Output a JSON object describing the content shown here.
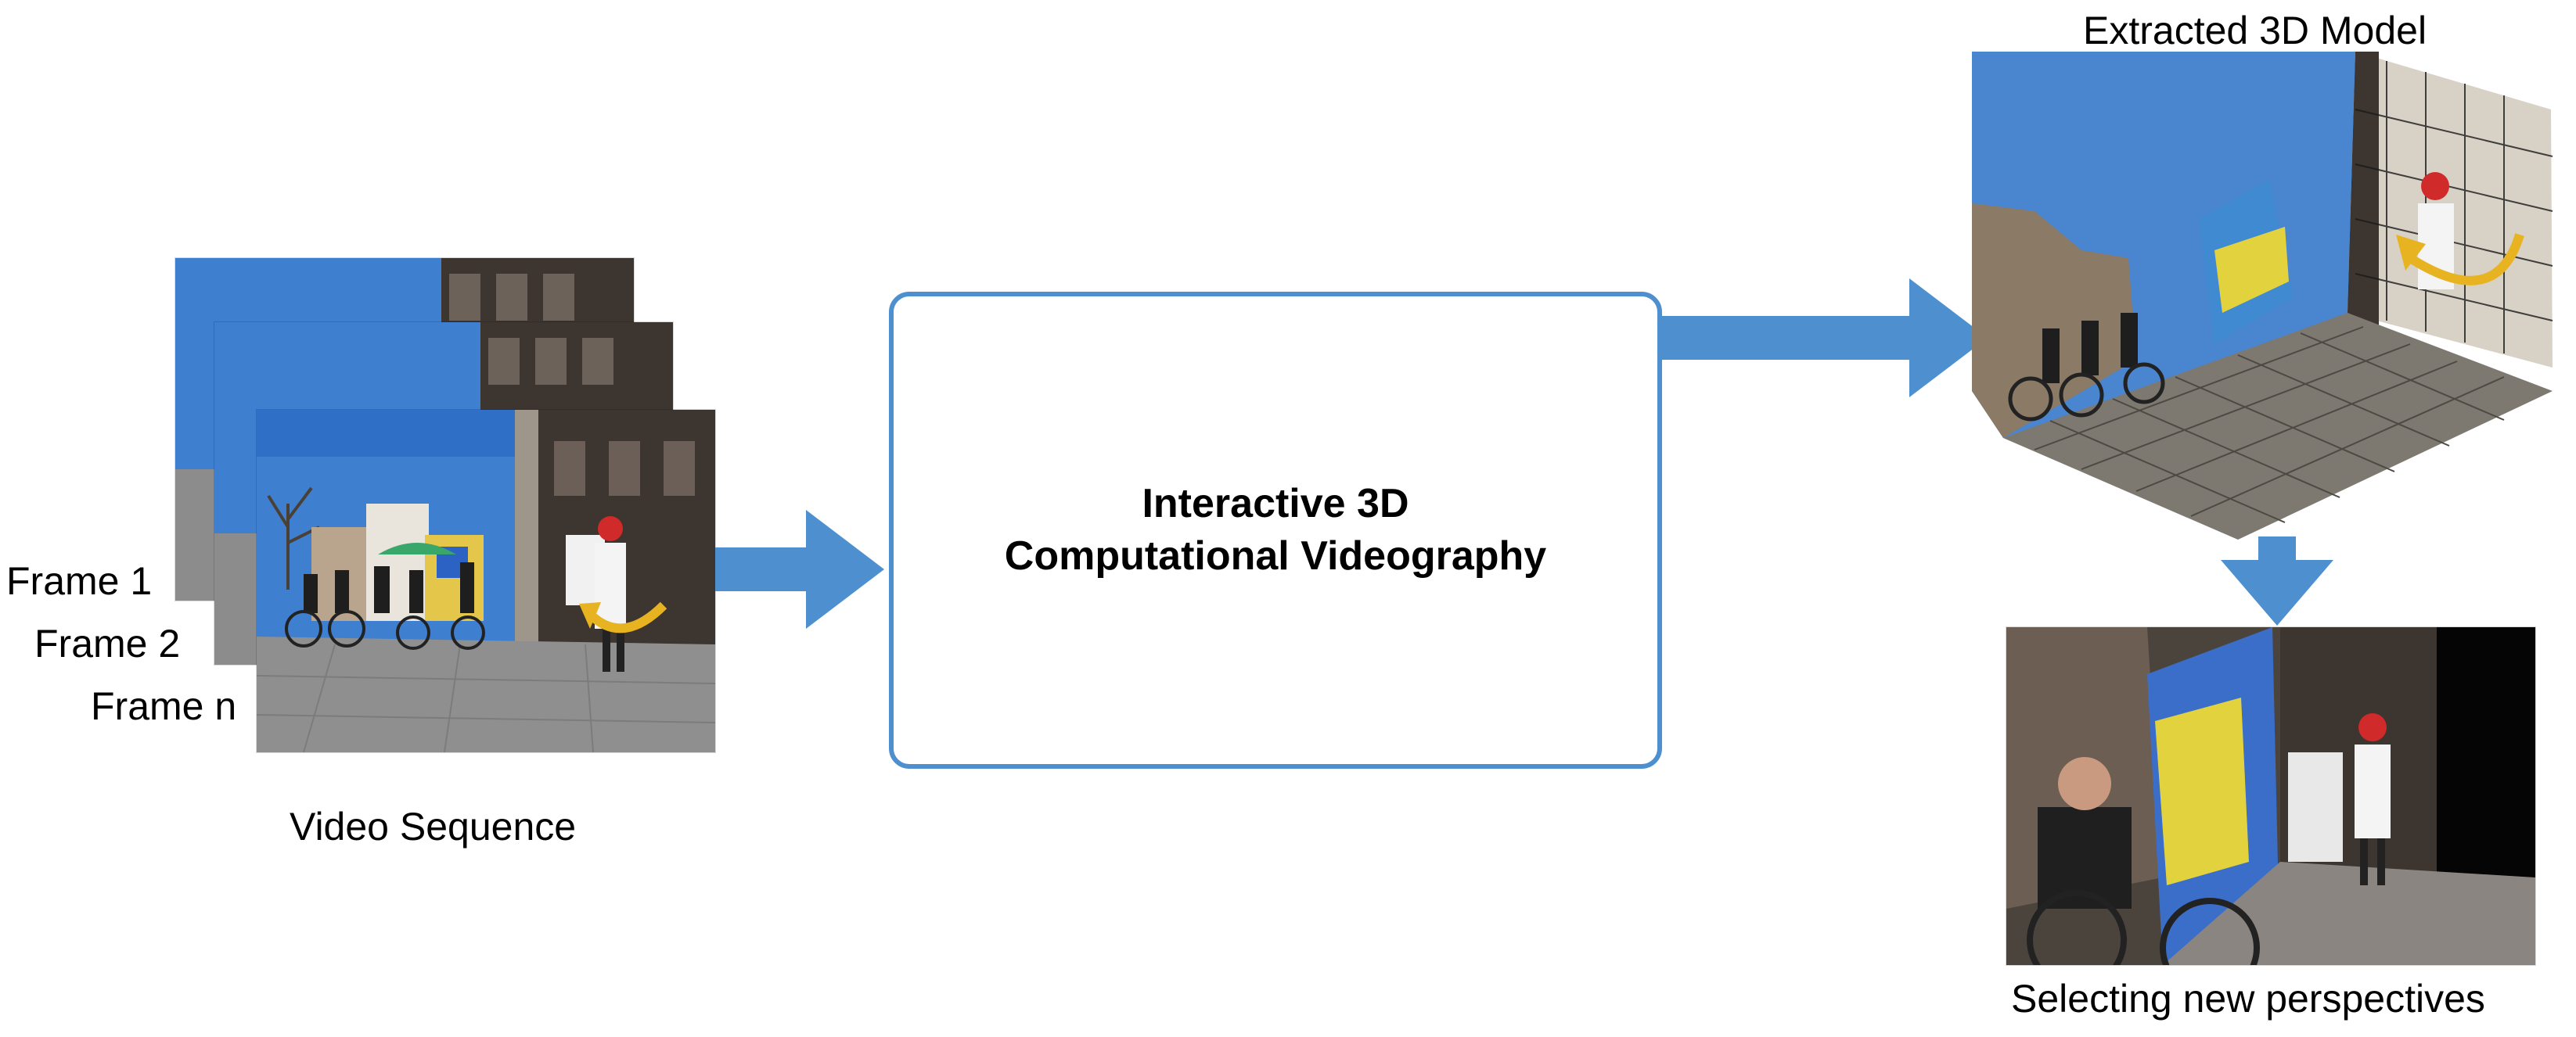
{
  "colors": {
    "arrow": "#4e8fd0",
    "box_border": "#4e8fd0",
    "sky": "#4a86cf",
    "motion_arrow": "#e8b321"
  },
  "video": {
    "caption": "Video Sequence",
    "frames": [
      "Frame 1",
      "Frame 2",
      "Frame n"
    ]
  },
  "process": {
    "title_line1": "Interactive 3D",
    "title_line2": "Computational Videography"
  },
  "model": {
    "caption": "Extracted 3D Model"
  },
  "result": {
    "caption": "Selecting new perspectives"
  }
}
